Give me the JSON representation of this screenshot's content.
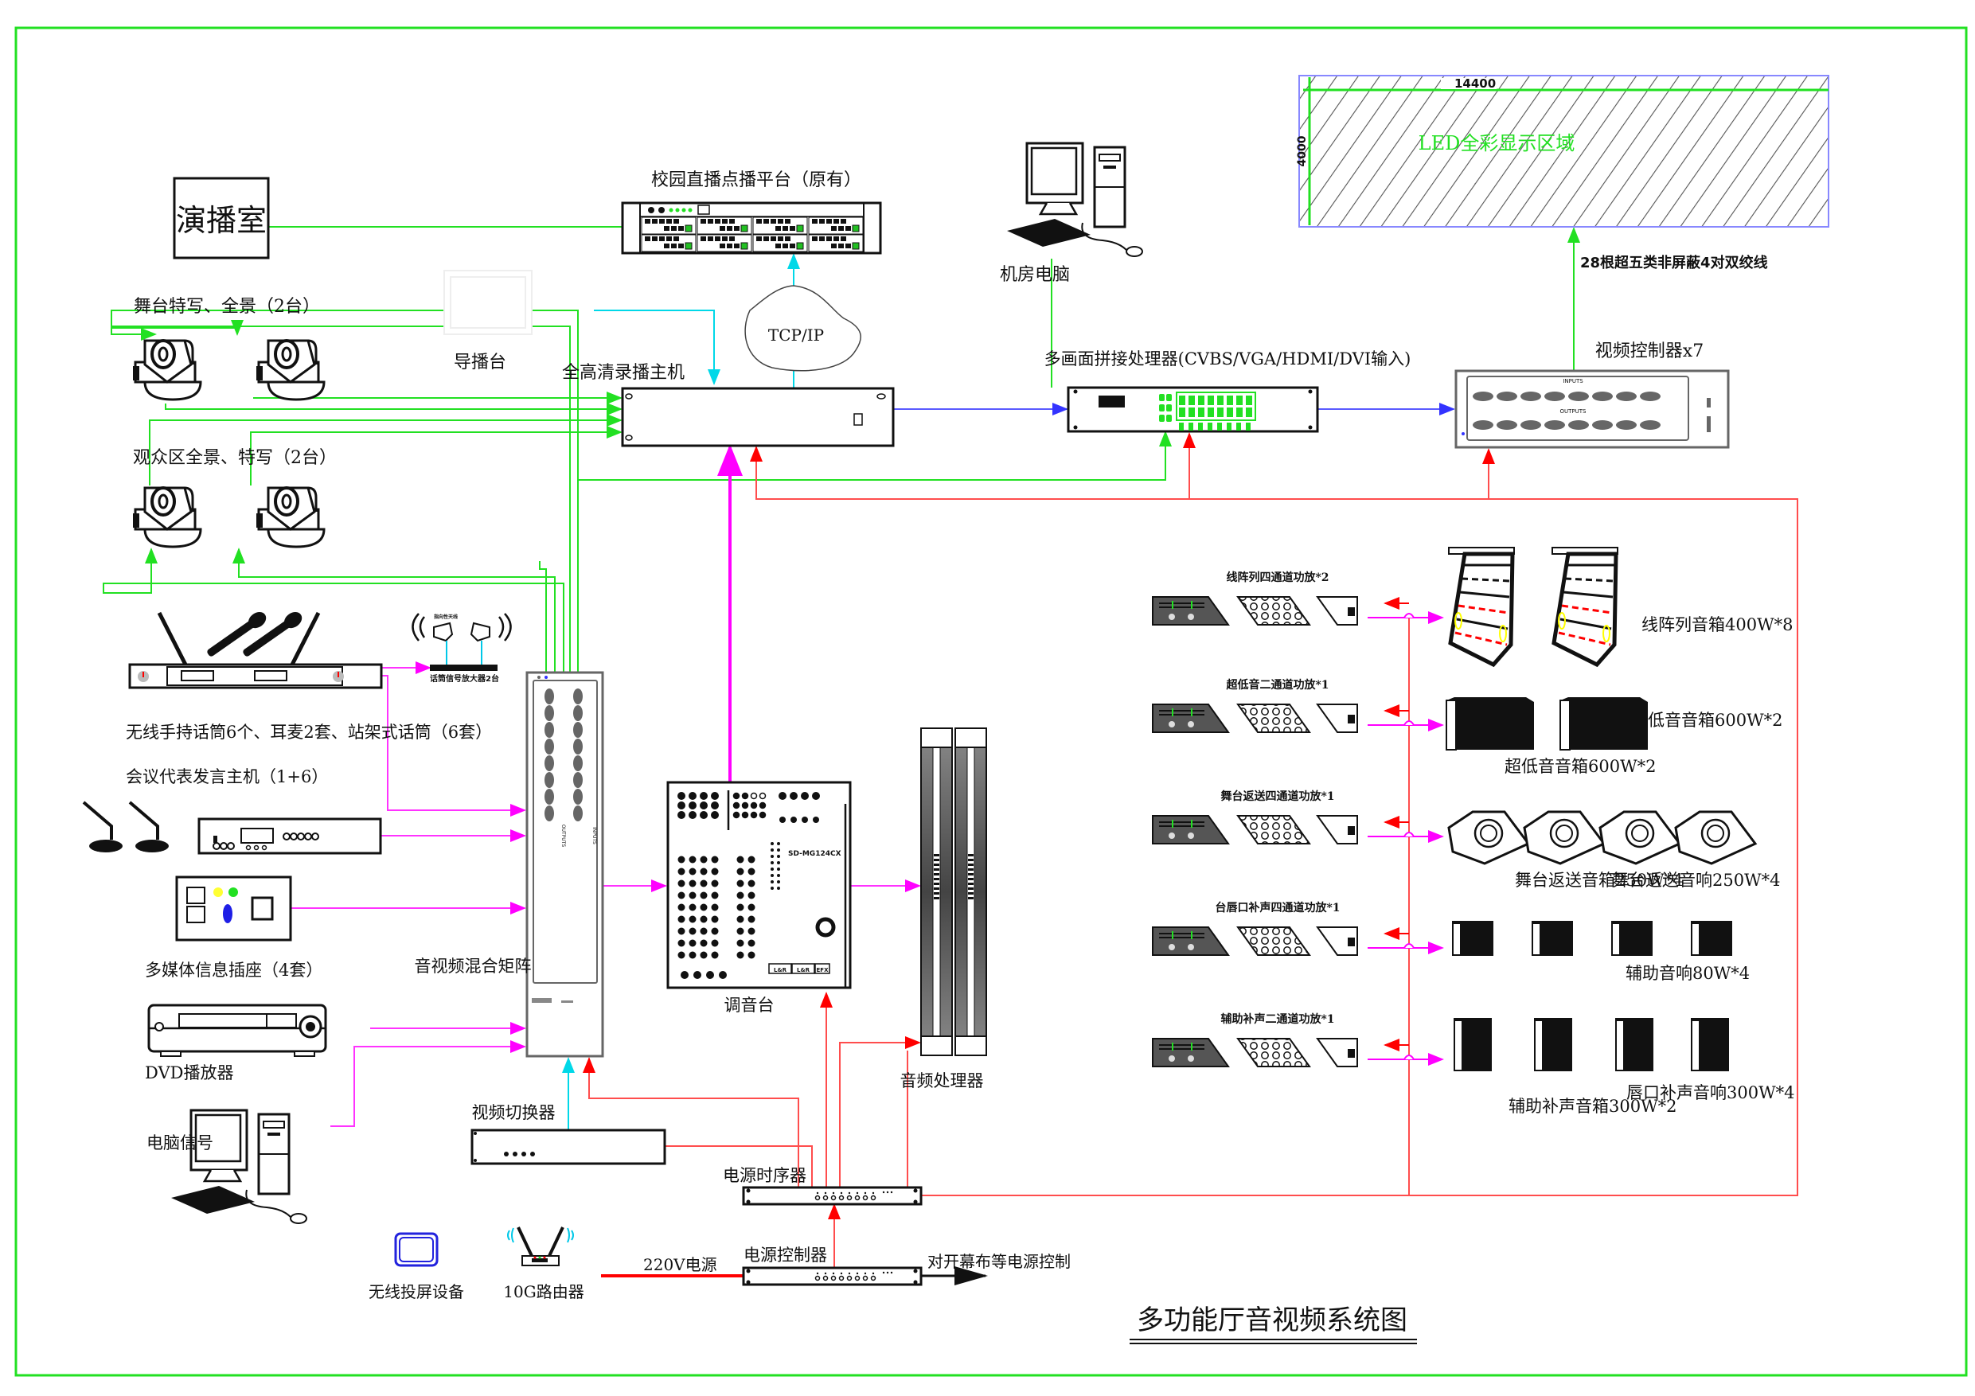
{
  "diagram": {
    "title": "多功能厅音视频系统图",
    "colors": {
      "frame": "#22e022",
      "video_signal": "#22e022",
      "network": "#00d8e8",
      "audio_signal": "#ff00ff",
      "power": "#ff0000",
      "vga_dvi": "#5a5aff",
      "led_label": "#22e022"
    },
    "nodes": {
      "studio": {
        "label": "演播室"
      },
      "campus_platform": {
        "label": "校园直播点播平台（原有）"
      },
      "tcpip": {
        "label": "TCP/IP"
      },
      "director_console": {
        "label": "导播台"
      },
      "recording_host": {
        "label": "全高清录播主机"
      },
      "stage_cameras": {
        "label": "舞台特写、全景（2台）"
      },
      "audience_cameras": {
        "label": "观众区全景、特写（2台）"
      },
      "server_pc": {
        "label": "机房电脑"
      },
      "multiview_processor": {
        "label": "多画面拼接处理器(CVBS/VGA/HDMI/DVI输入)"
      },
      "video_controller": {
        "label": "视频控制器x7",
        "inputs_label": "INPUTS",
        "outputs_label": "OUTPUTS"
      },
      "led_screen": {
        "label": "LED全彩显示区域",
        "width_dim": "14400",
        "height_dim": "4000",
        "cable_label": "28根超五类非屏蔽4对双绞线"
      },
      "wireless_mic": {
        "label": "无线手持话筒6个、耳麦2套、站架式话筒（6套）"
      },
      "mic_amplifier": {
        "label": "话筒信号放大器2台",
        "antenna_label": "指向性天线"
      },
      "conference_host": {
        "label": "会议代表发言主机（1+6）"
      },
      "multimedia_socket": {
        "label": "多媒体信息插座（4套）"
      },
      "av_matrix": {
        "label": "音视频混合矩阵",
        "outputs_label": "OUTPUTS",
        "inputs_label": "INPUTS"
      },
      "dvd_player": {
        "label": "DVD播放器"
      },
      "pc_signal": {
        "label": "电脑信号"
      },
      "mixer": {
        "label": "调音台",
        "model": "SD-MG124CX",
        "buttons": [
          "L&R",
          "L&R",
          "EFX"
        ]
      },
      "audio_processor": {
        "label": "音频处理器"
      },
      "video_switcher": {
        "label": "视频切换器"
      },
      "power_sequencer": {
        "label": "电源时序器"
      },
      "power_controller": {
        "label": "电源控制器"
      },
      "power_input": {
        "label": "220V电源"
      },
      "curtain_power": {
        "label": "对开幕布等电源控制"
      },
      "wireless_cast": {
        "label": "无线投屏设备"
      },
      "router": {
        "label": "10G路由器"
      }
    },
    "amplifiers": [
      {
        "label": "线阵列四通道功放*2"
      },
      {
        "label": "超低音二通道功放*1"
      },
      {
        "label": "舞台返送四通道功放*1"
      },
      {
        "label": "台唇口补声四通道功放*1"
      },
      {
        "label": "辅助补声二通道功放*1"
      }
    ],
    "speakers": [
      {
        "label": "线阵列音箱400W*8"
      },
      {
        "label": "低音音箱600W*2"
      },
      {
        "label": "超低音音箱600W*2"
      },
      {
        "label": "舞台返送音箱250W*4"
      },
      {
        "label": "舞台返送音响250W*4"
      },
      {
        "label": "辅助音响80W*4"
      },
      {
        "label": "唇口补声音响300W*4"
      },
      {
        "label": "辅助补声音箱300W*2"
      }
    ]
  }
}
